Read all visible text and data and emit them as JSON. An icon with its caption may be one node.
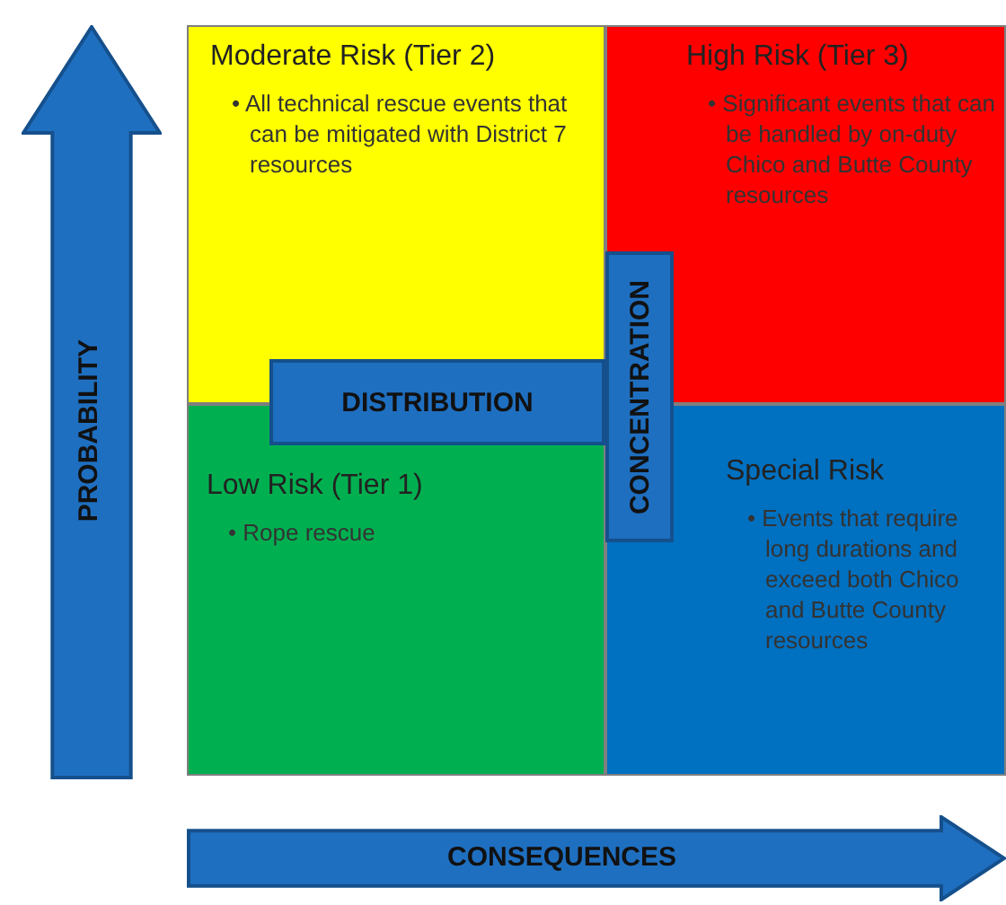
{
  "diagram": {
    "nodes": [
      {
        "text": [
          "Moderate Risk (Tier 2)",
          "• All technical rescue events that can be mitigated with District 7 resources"
        ]
      },
      {
        "text": [
          "High Risk (Tier 3)",
          "• Significant events that can be handled by on-duty Chico and Butte County resources"
        ]
      },
      {
        "text": [
          "Low Risk (Tier 1)",
          "• Rope rescue"
        ]
      },
      {
        "text": [
          "Special Risk",
          "• Events that require long durations and exceed both Chico and Butte County resources"
        ]
      },
      {
        "text": [
          "DISTRIBUTION"
        ]
      },
      {
        "text": [
          "CONCENTRATION"
        ]
      },
      {
        "text": [
          "PROBABILITY"
        ]
      },
      {
        "text": [
          "CONSEQUENCES"
        ]
      }
    ],
    "edges": []
  }
}
